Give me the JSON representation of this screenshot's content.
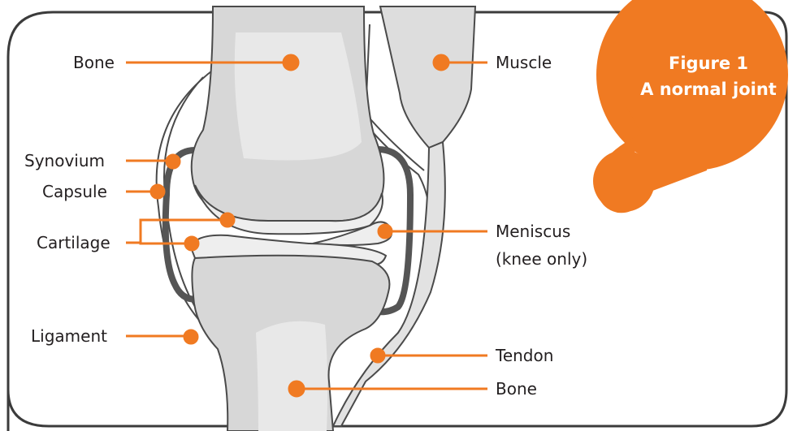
{
  "figure": {
    "number_label": "Figure 1",
    "caption": "A normal joint"
  },
  "labels": {
    "bone_top": "Bone",
    "muscle": "Muscle",
    "synovium": "Synovium",
    "capsule": "Capsule",
    "cartilage": "Cartilage",
    "meniscus_line1": "Meniscus",
    "meniscus_line2": "(knee only)",
    "ligament": "Ligament",
    "tendon": "Tendon",
    "bone_bottom": "Bone"
  },
  "colors": {
    "accent_orange": "#f07a22",
    "frame": "#3b3b3b",
    "bone_fill": "#d7d7d7",
    "bone_highlight": "#e9e9e9",
    "cartilage_fill": "#eeeeee",
    "outline": "#4a4a4a"
  }
}
